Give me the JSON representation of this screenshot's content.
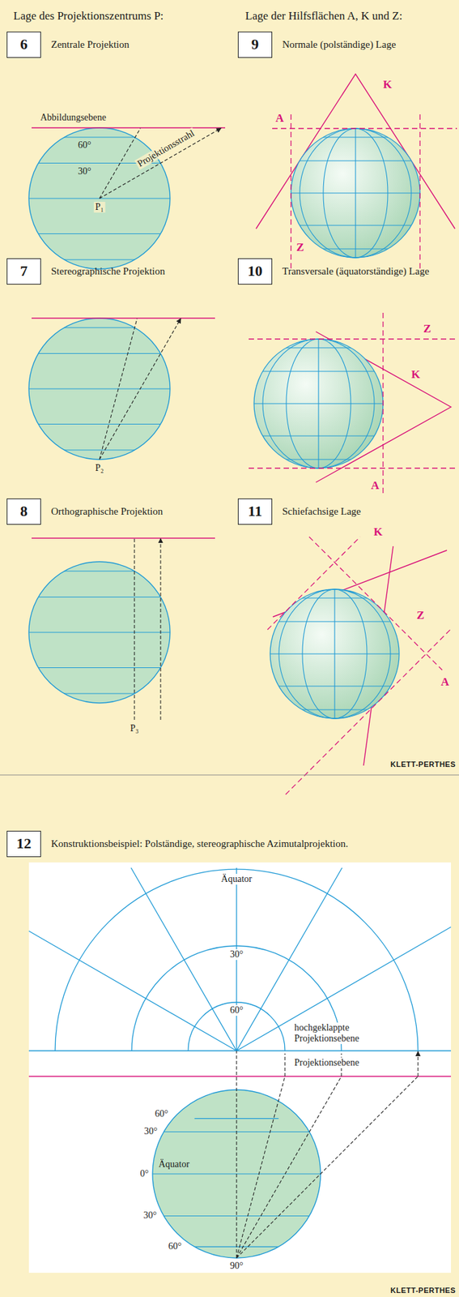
{
  "diagram": {
    "nodes": [
      {
        "text": [
          "6",
          "Zentrale Projektion"
        ]
      },
      {
        "text": [
          "9",
          "Normale (polständige) Lage"
        ]
      },
      {
        "text": [
          "7",
          "Stereographische Projektion"
        ]
      },
      {
        "text": [
          "10",
          "Transversale (äquatorständige) Lage"
        ]
      },
      {
        "text": [
          "8",
          "Orthographische Projektion"
        ]
      },
      {
        "text": [
          "11",
          "Schiefachsige Lage"
        ]
      },
      {
        "text": [
          "12",
          "Konstruktionsbeispiel: Polständige, stereographische Azimutalprojektion."
        ]
      }
    ],
    "labels": [
      "Lage des Projektionszentrums P:",
      "Lage der Hilfsflächen A, K und Z:",
      "Abbildungsebene",
      "60°",
      "30°",
      "Projektionsstrahl",
      "P₁",
      "P₂",
      "P₃",
      "K",
      "A",
      "Z",
      "Z",
      "K",
      "A",
      "K",
      "Z",
      "A",
      "KLETT-PERTHES",
      "Äquator",
      "30°",
      "60°",
      "hochgeklappte Projektionsebene",
      "Projektionsebene",
      "60°",
      "30°",
      "Äquator",
      "0°",
      "30°",
      "60°",
      "90°",
      "KLETT-PERTHES"
    ]
  }
}
